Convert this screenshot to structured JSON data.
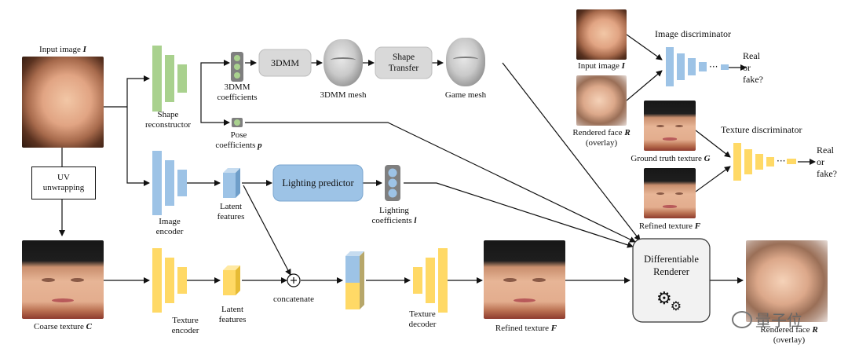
{
  "labels": {
    "input_image": "Input image",
    "input_image_sym": "I",
    "uv_unwrapping_1": "UV",
    "uv_unwrapping_2": "unwrapping",
    "coarse_texture": "Coarse texture",
    "coarse_texture_sym": "C",
    "shape_reconstructor_1": "Shape",
    "shape_reconstructor_2": "reconstructor",
    "coeff_3dmm_1": "3DMM",
    "coeff_3dmm_2": "coefficients",
    "box_3dmm": "3DMM",
    "mesh_3dmm": "3DMM mesh",
    "shape_transfer_1": "Shape",
    "shape_transfer_2": "Transfer",
    "game_mesh": "Game mesh",
    "pose_coeff_1": "Pose",
    "pose_coeff_2": "coefficients",
    "pose_coeff_sym": "p",
    "image_encoder_1": "Image",
    "image_encoder_2": "encoder",
    "latent_features_1a": "Latent",
    "latent_features_1b": "features",
    "lighting_predictor": "Lighting predictor",
    "lighting_coeff_1": "Lighting",
    "lighting_coeff_2": "coefficients",
    "lighting_coeff_sym": "l",
    "texture_encoder_1": "Texture",
    "texture_encoder_2": "encoder",
    "latent_features_2a": "Latent",
    "latent_features_2b": "features",
    "concatenate": "concatenate",
    "texture_decoder_1": "Texture",
    "texture_decoder_2": "decoder",
    "refined_texture": "Refined  texture",
    "refined_texture_sym": "F",
    "diff_renderer_1": "Differentiable",
    "diff_renderer_2": "Renderer",
    "rendered_face_final": "Rendered face",
    "rendered_face_final_sym": "R",
    "overlay_final": "(overlay)",
    "image_discriminator": "Image discriminator",
    "disc_input_image": "Input image",
    "disc_input_image_sym": "I",
    "disc_rendered_face": "Rendered face",
    "disc_rendered_face_sym": "R",
    "disc_overlay": "(overlay)",
    "real_1": "Real",
    "or_1": "or",
    "fake_1": "fake?",
    "texture_discriminator": "Texture discriminator",
    "ground_truth_texture": "Ground truth  texture",
    "ground_truth_texture_sym": "G",
    "disc_refined_texture": "Refined  texture",
    "disc_refined_texture_sym": "F",
    "real_2": "Real",
    "or_2": "or",
    "fake_2": "fake?",
    "watermark": "量子位"
  },
  "icons": {
    "plus": "plus-icon",
    "gears": "gears-icon",
    "watermark": "wechat-logo-icon"
  },
  "colors": {
    "green": "#a9d18e",
    "blue": "#9dc3e6",
    "yellow": "#ffd966",
    "gray_box": "#d9d9d9",
    "lighting_box": "#9dc3e6",
    "renderer_box": "#f2f2f2"
  }
}
